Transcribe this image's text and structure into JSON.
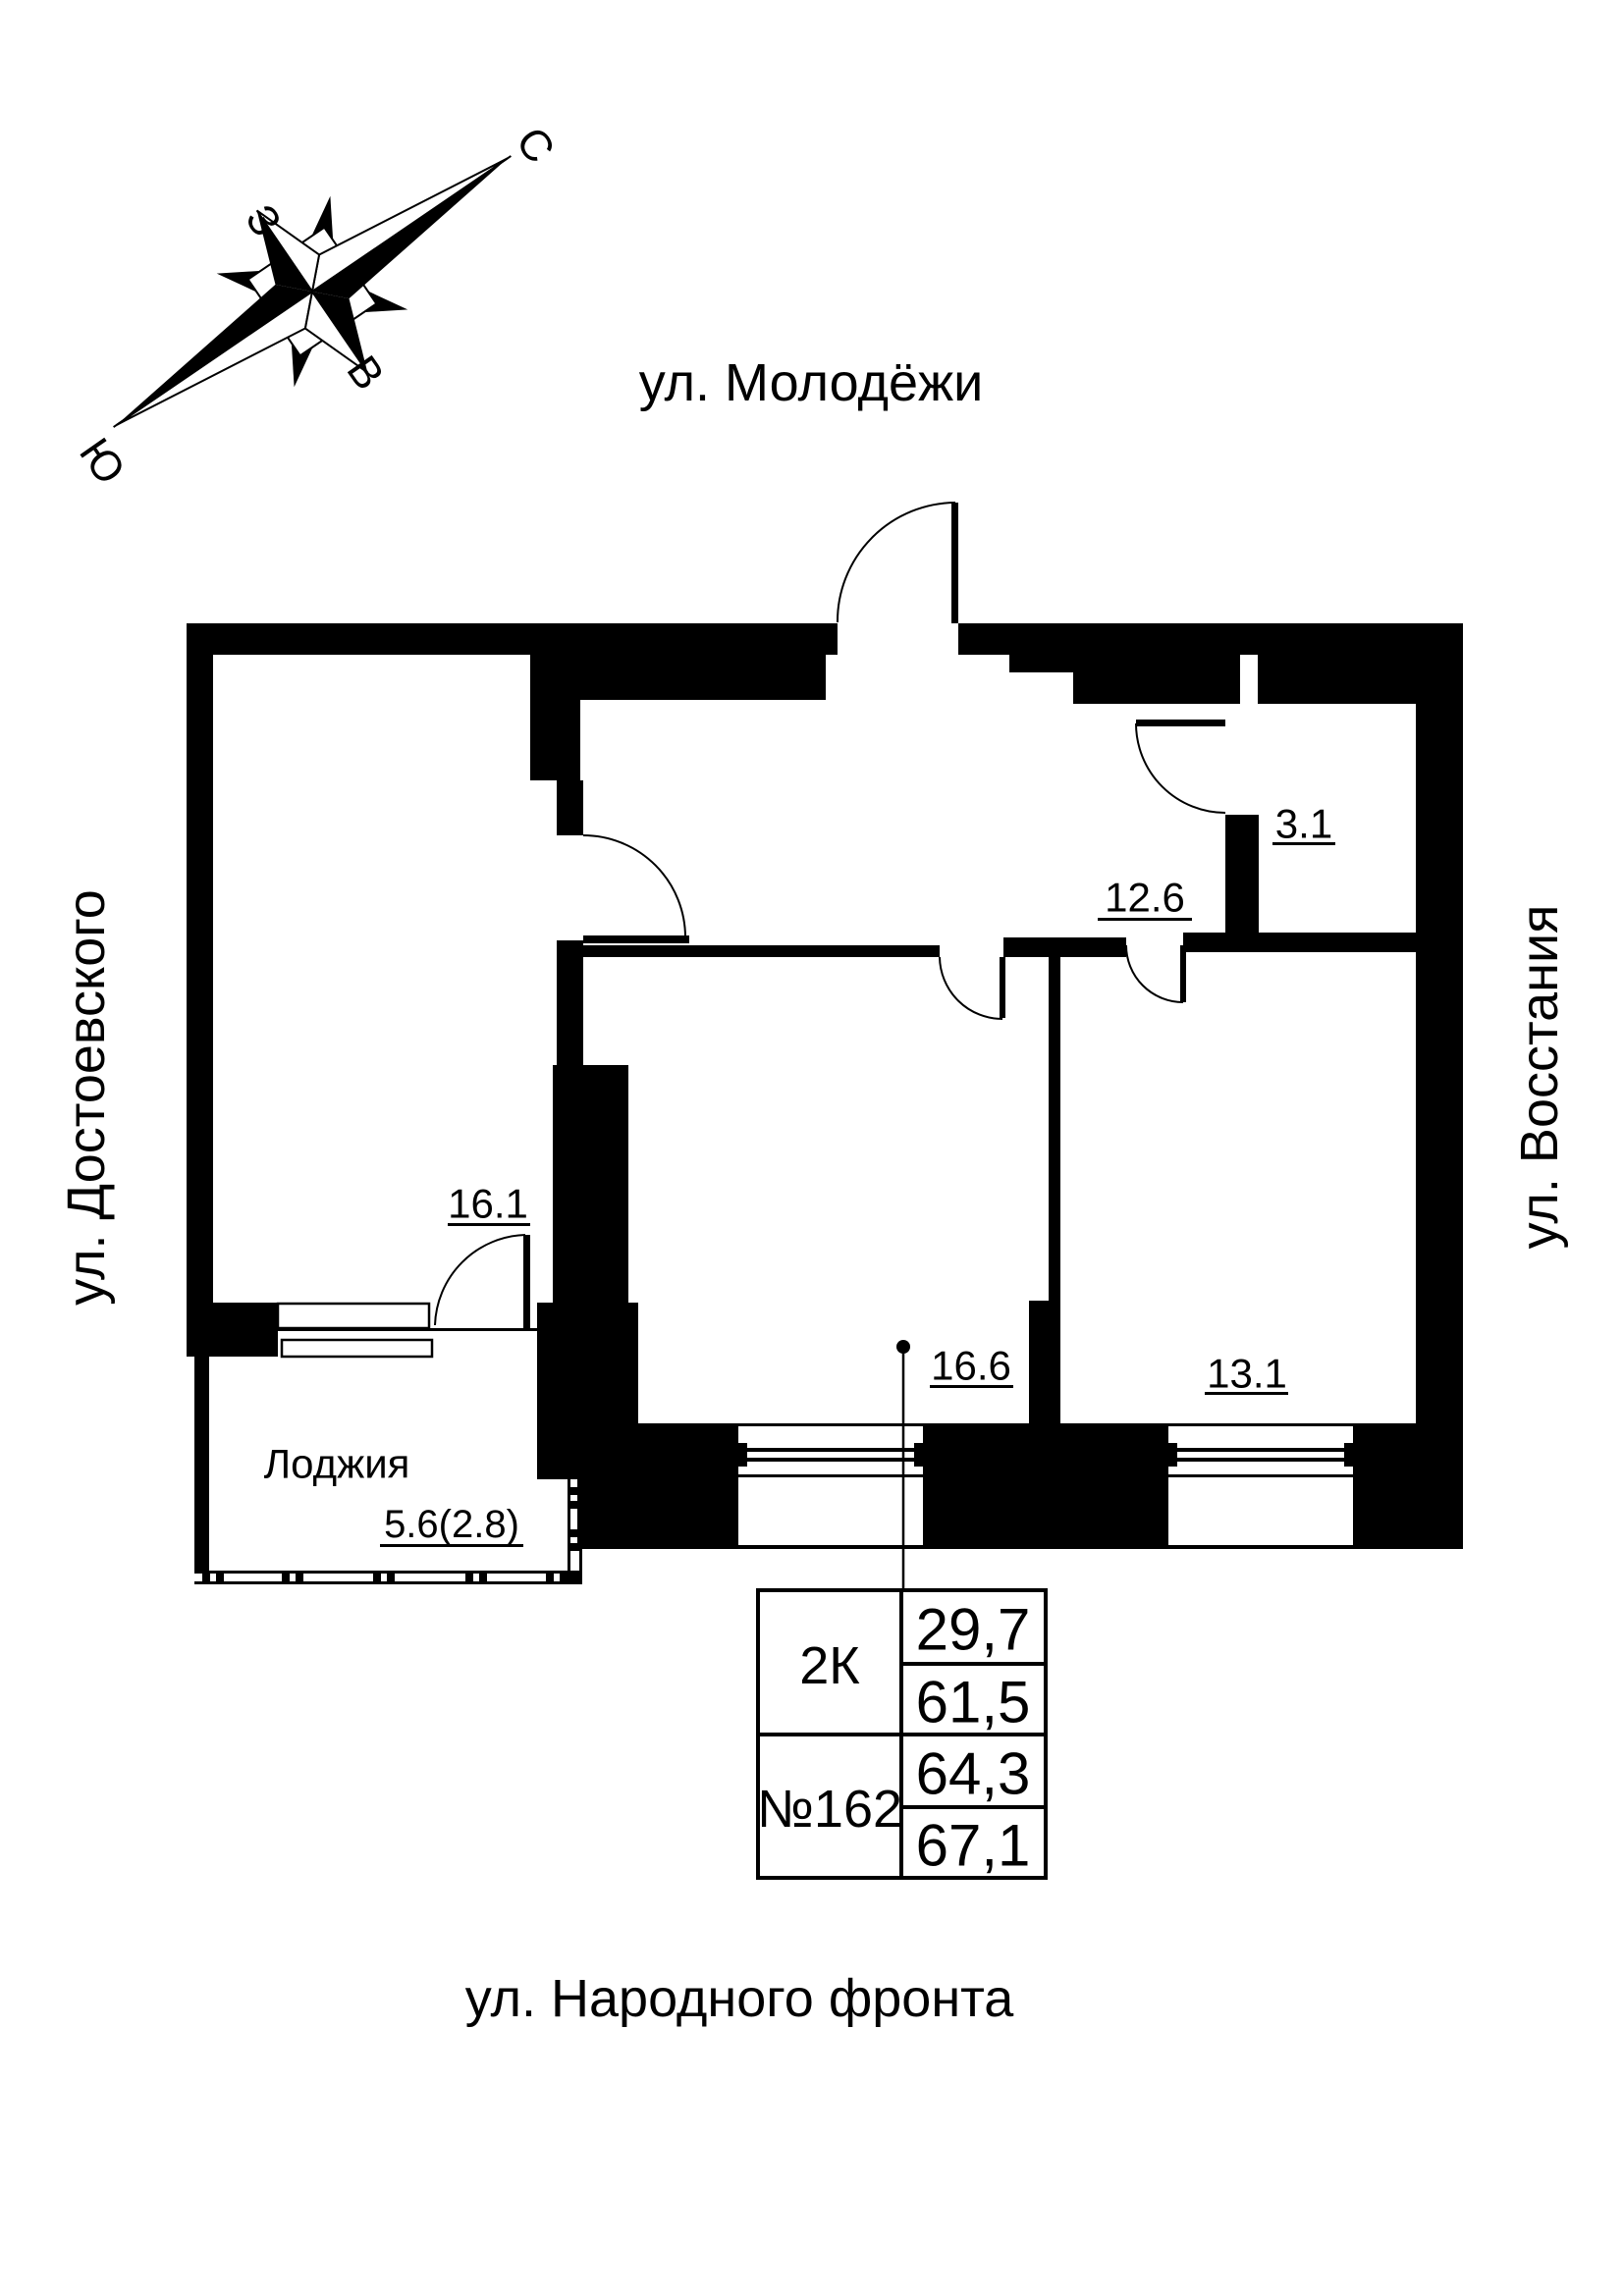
{
  "compass": {
    "north": "С",
    "west": "З",
    "east": "В",
    "south": "Ю"
  },
  "streets": {
    "top": "ул. Молодёжи",
    "left": "ул. Достоевского",
    "right": "ул. Восстания",
    "bottom": "ул. Народного фронта"
  },
  "rooms": {
    "r16_1": "16.1",
    "r12_6": "12.6",
    "r3_1": "3.1",
    "r16_6": "16.6",
    "r13_1": "13.1",
    "loggia_label": "Лоджия",
    "loggia_area": "5.6(2.8)"
  },
  "info_table": {
    "type": "2К",
    "number": "№162",
    "living_area": "29,7",
    "area_61": "61,5",
    "area_64": "64,3",
    "area_67": "67,1"
  },
  "colors": {
    "ink": "#000000",
    "paper": "#ffffff"
  }
}
